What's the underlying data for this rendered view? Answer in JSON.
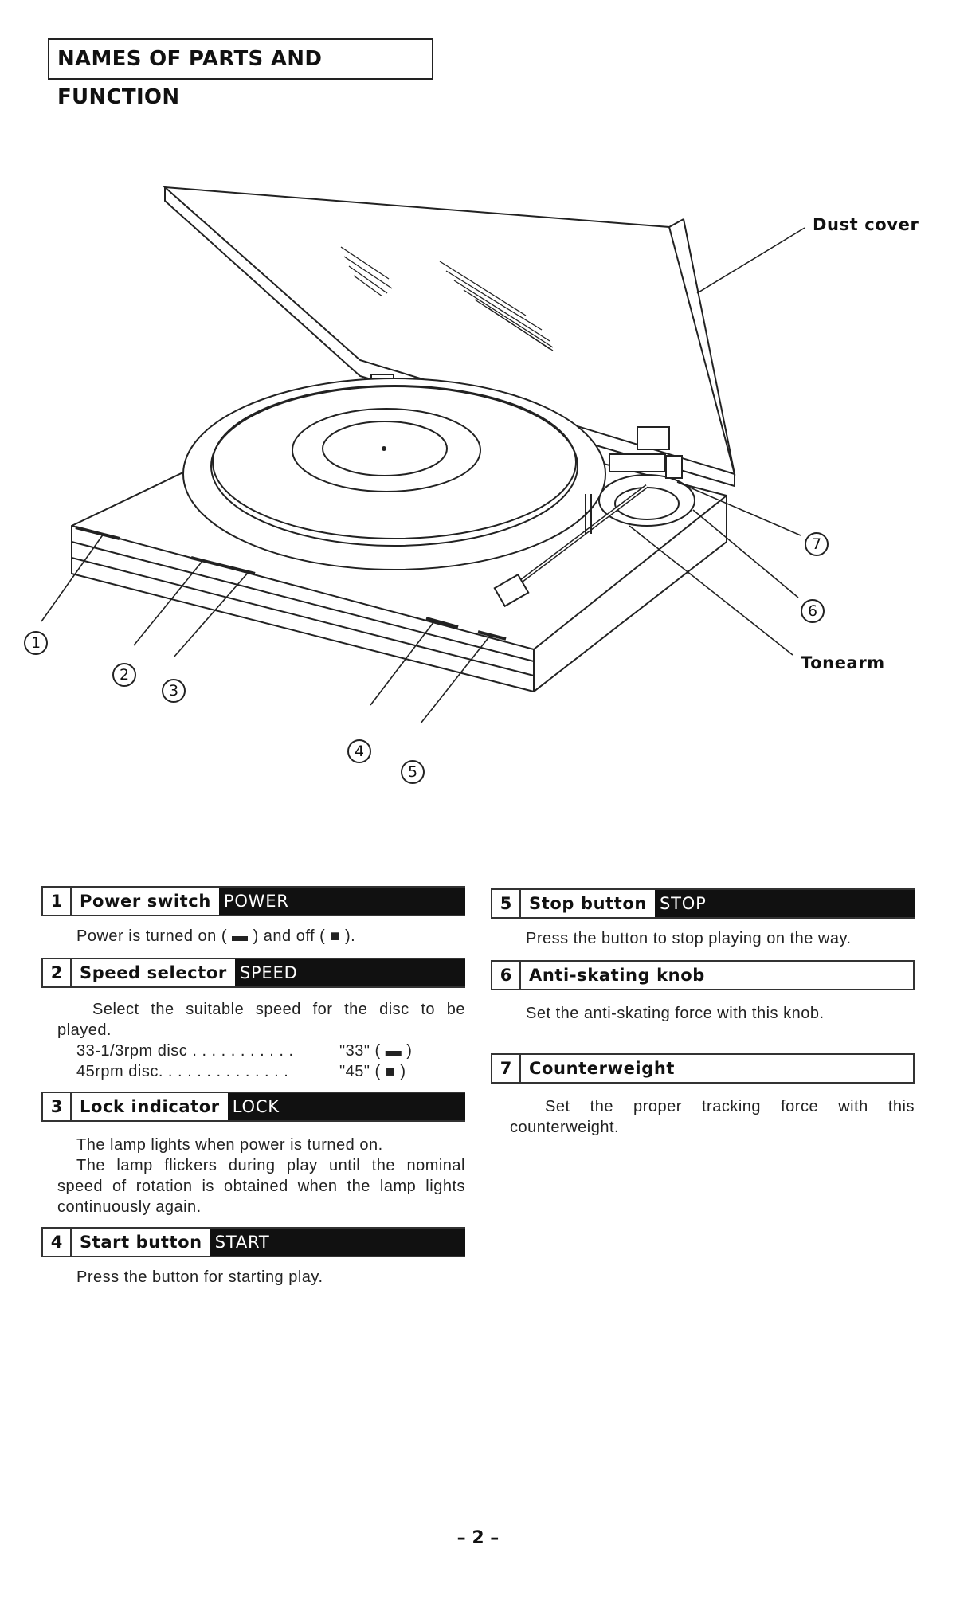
{
  "page_title": "NAMES OF PARTS AND FUNCTION",
  "callouts": {
    "dust_cover": "Dust cover",
    "tonearm": "Tonearm",
    "n1": "1",
    "n2": "2",
    "n3": "3",
    "n4": "4",
    "n5": "5",
    "n6": "6",
    "n7": "7"
  },
  "sections": {
    "power": {
      "num": "1",
      "name": "Power switch",
      "tag": "POWER",
      "text": "Power is turned on ( ▬ ) and off ( ■ )."
    },
    "speed": {
      "num": "2",
      "name": "Speed selector",
      "tag": "SPEED",
      "text": "Select the suitable speed for the disc to be played.",
      "rows": [
        {
          "disc": "33-1/3rpm disc . . . . . . . . . . .",
          "value": "\"33\" ( ▬ )"
        },
        {
          "disc": "45rpm disc. . . . . . . . . . . . . .",
          "value": "\"45\" ( ■ )"
        }
      ]
    },
    "lock": {
      "num": "3",
      "name": "Lock indicator",
      "tag": "LOCK",
      "text1": "The lamp lights when power is turned on.",
      "text2": "The lamp flickers during play until the nominal speed of rotation is obtained when the lamp lights continuously again."
    },
    "start": {
      "num": "4",
      "name": "Start button",
      "tag": "START",
      "text": "Press the button for starting play."
    },
    "stop": {
      "num": "5",
      "name": "Stop button",
      "tag": "STOP",
      "text": "Press the button to stop playing on the way."
    },
    "antiskate": {
      "num": "6",
      "name": "Anti-skating knob",
      "text": "Set the anti-skating force with this knob."
    },
    "counterweight": {
      "num": "7",
      "name": "Counterweight",
      "text": "Set the proper tracking force with this counterweight."
    }
  },
  "page_number": "– 2 –"
}
